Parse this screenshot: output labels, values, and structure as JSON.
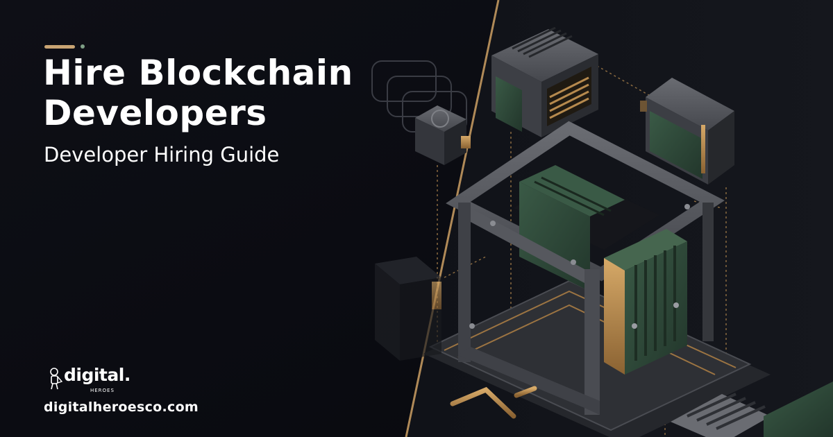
{
  "hero": {
    "title": "Hire Blockchain Developers",
    "subtitle": "Developer Hiring Guide"
  },
  "brand": {
    "logo_word": "digital.",
    "logo_sub": "HEROES",
    "website": "digitalheroesco.com"
  },
  "colors": {
    "background": "#0b0c12",
    "accent_gold": "#c9a473",
    "accent_green": "#7f9f86",
    "panel_green": "#2f4a3a",
    "metal": "#4a4c52",
    "text": "#ffffff"
  },
  "decor": {
    "accent_bar": "gold-accent-bar",
    "accent_dot": "green-accent-dot",
    "illustration": "isometric-blockchain-modules"
  }
}
